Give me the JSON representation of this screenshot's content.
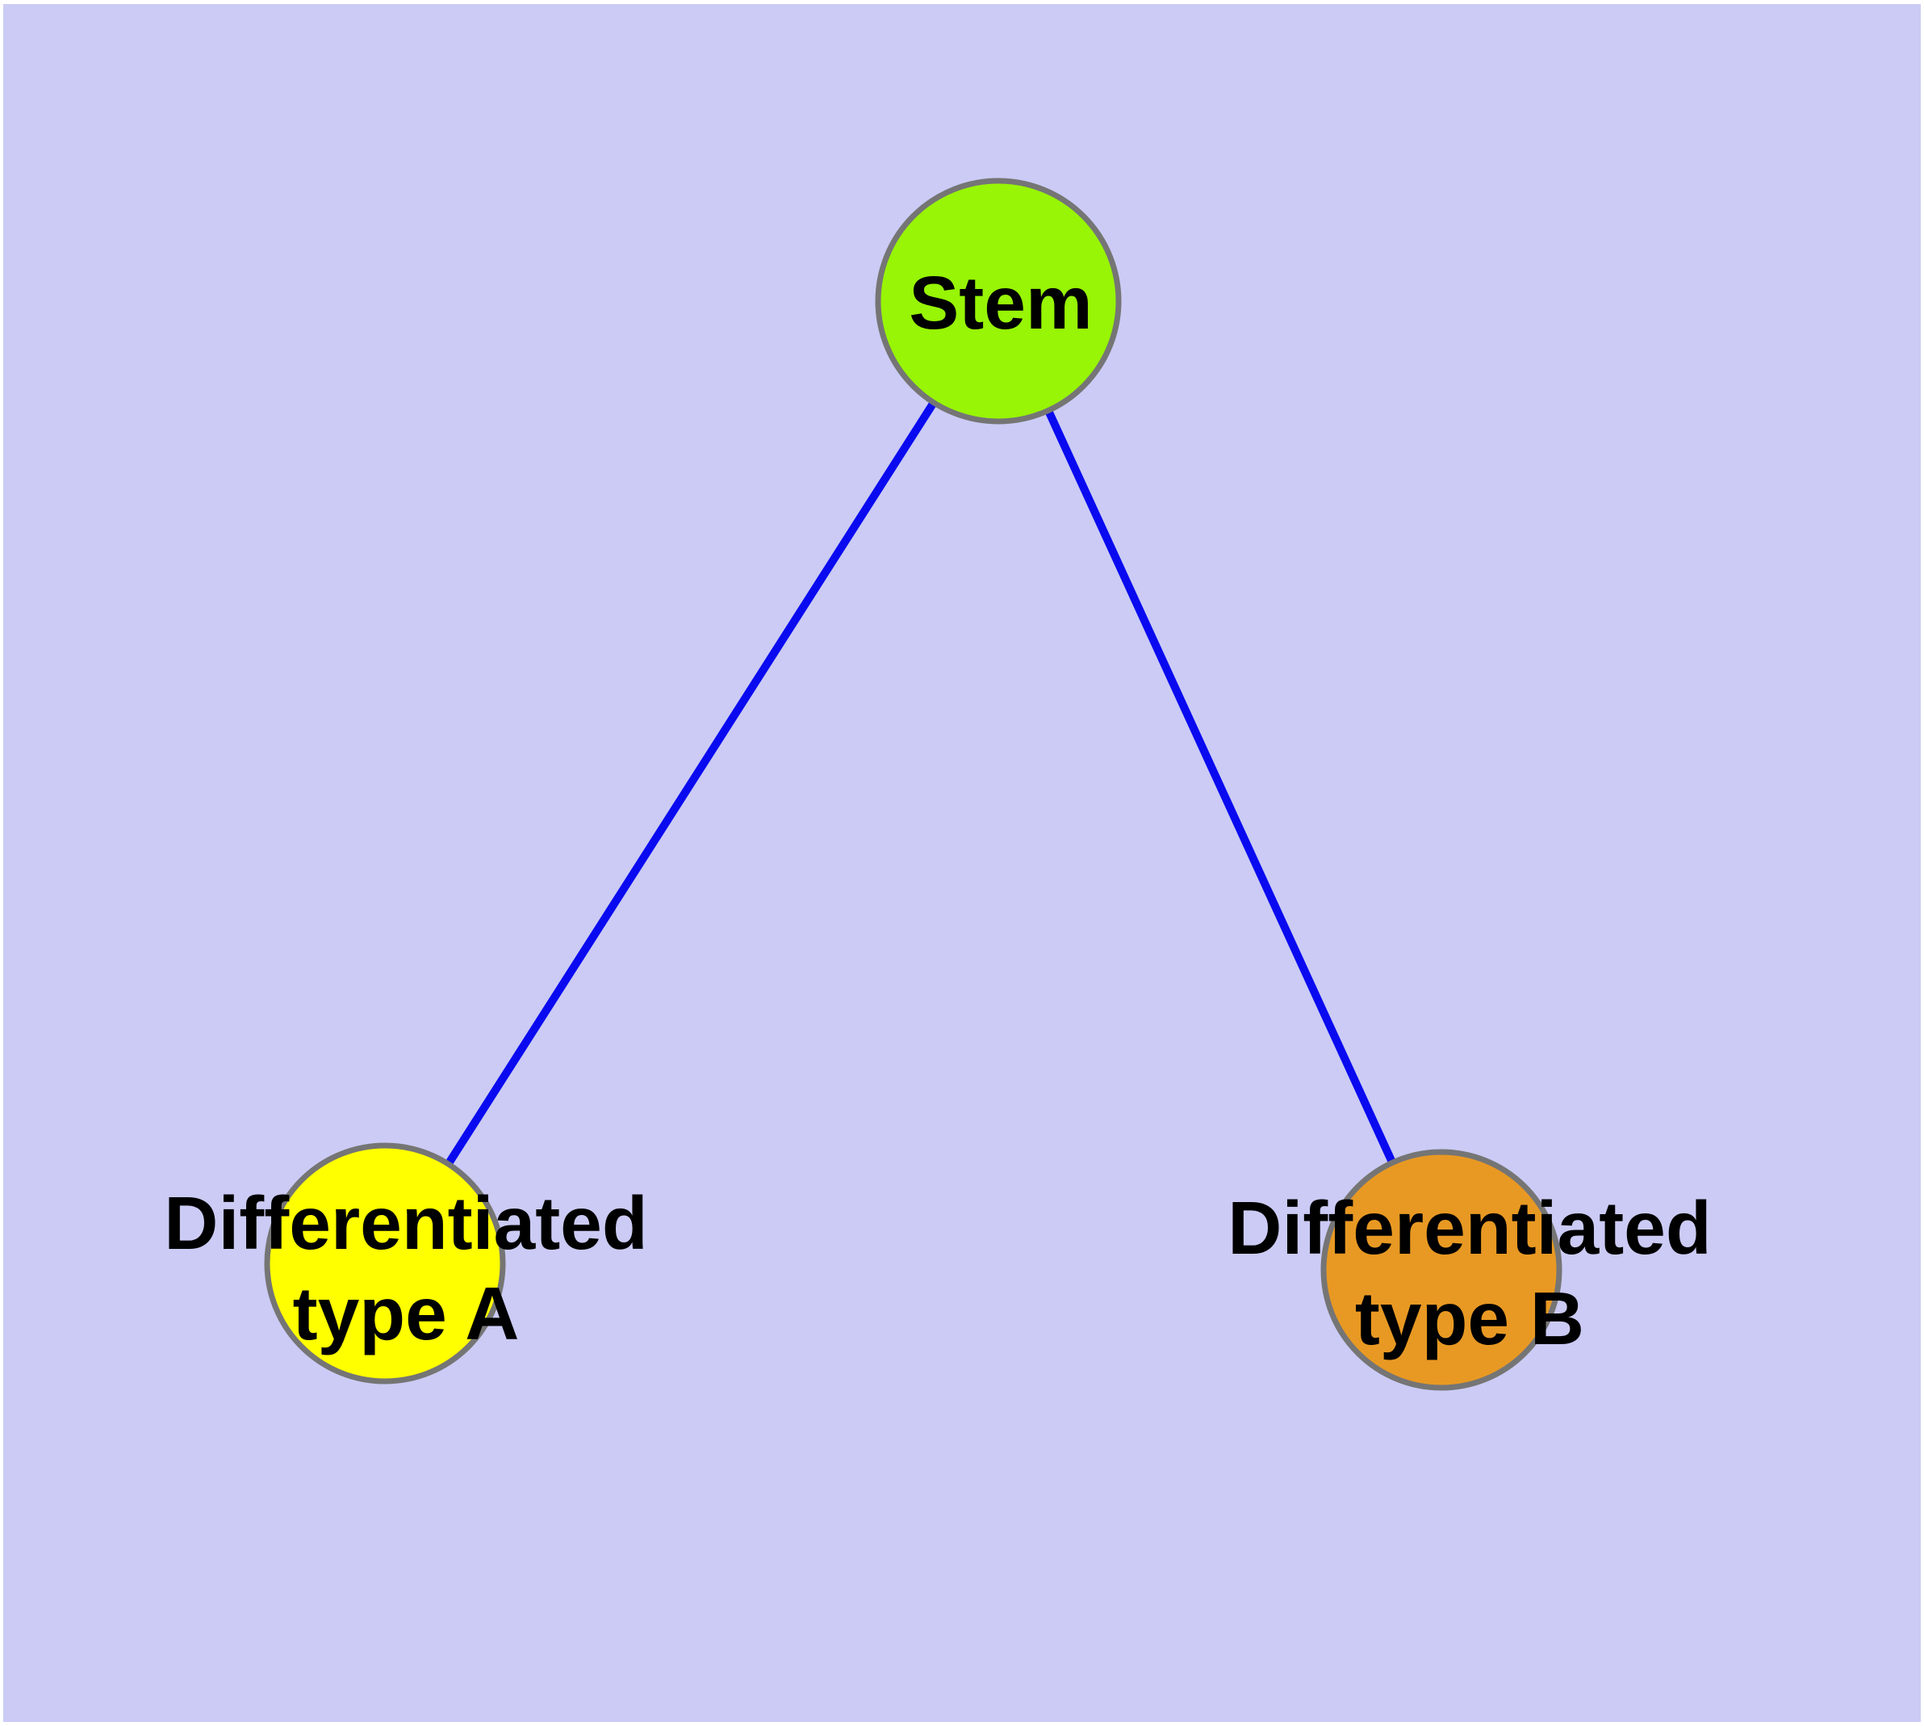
{
  "diagram": {
    "type": "graph",
    "background_color": "#CBCBF5",
    "frame_color": "#FFFFFF",
    "edge_color": "#0A0AF0",
    "node_border_color": "#757575",
    "label_color": "#000000",
    "nodes": [
      {
        "id": "stem",
        "label": "Stem",
        "label_line1": "Stem",
        "label_line2": "",
        "fill_color": "#97F505"
      },
      {
        "id": "diff-a",
        "label": "Differentiated type A",
        "label_line1": "Differentiated",
        "label_line2": "type A",
        "fill_color": "#FFFF00"
      },
      {
        "id": "diff-b",
        "label": "Differentiated type B",
        "label_line1": "Differentiated",
        "label_line2": "type B",
        "fill_color": "#E89923"
      }
    ],
    "edges": [
      {
        "from": "Stem",
        "to": "Differentiated type A"
      },
      {
        "from": "Stem",
        "to": "Differentiated type B"
      }
    ]
  }
}
